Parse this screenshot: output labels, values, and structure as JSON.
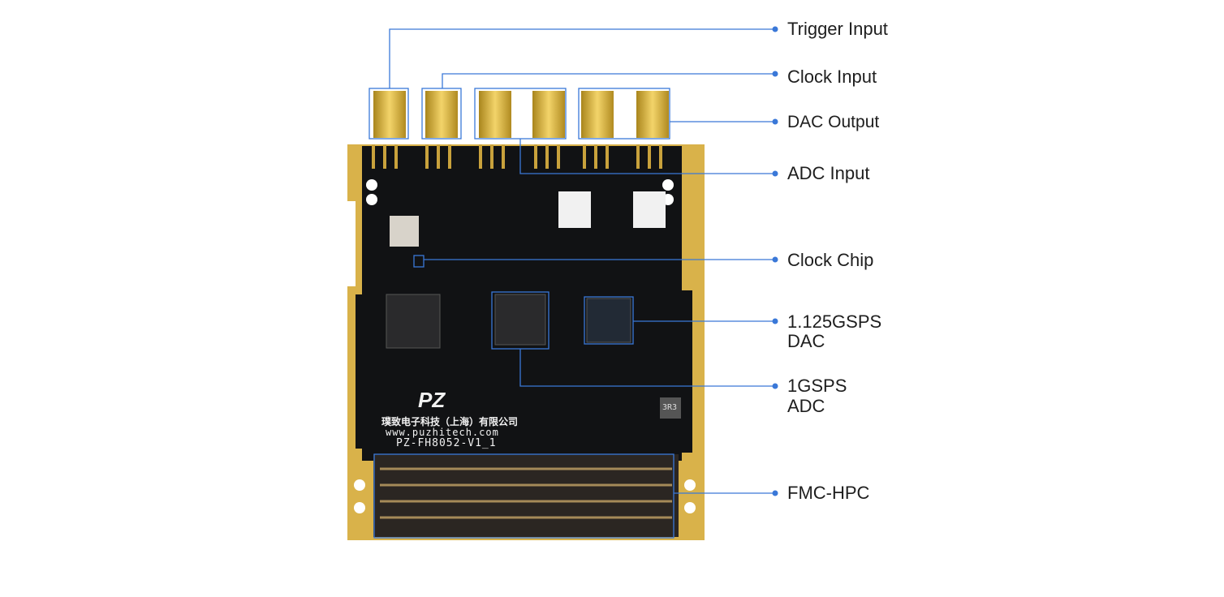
{
  "board": {
    "logo": "PZ",
    "company": "璞致电子科技（上海）有限公司",
    "website": "www.puzhitech.com",
    "model": "PZ-FH8052-V1_1",
    "inductor_marking": "3R3"
  },
  "callouts": [
    {
      "id": "trigger-input",
      "lines": [
        "Trigger Input"
      ]
    },
    {
      "id": "clock-input",
      "lines": [
        "Clock Input"
      ]
    },
    {
      "id": "dac-output",
      "lines": [
        "DAC Output"
      ]
    },
    {
      "id": "adc-input",
      "lines": [
        "ADC Input"
      ]
    },
    {
      "id": "clock-chip",
      "lines": [
        "Clock Chip"
      ]
    },
    {
      "id": "dac",
      "lines": [
        "1.125GSPS",
        "DAC"
      ]
    },
    {
      "id": "adc",
      "lines": [
        "1GSPS",
        "ADC"
      ]
    },
    {
      "id": "fmc-hpc",
      "lines": [
        "FMC-HPC"
      ]
    }
  ],
  "colors": {
    "accent": "#3a78d8",
    "pcb": "#111214",
    "gold": "#d9b24a",
    "text": "#1e1e1e"
  }
}
